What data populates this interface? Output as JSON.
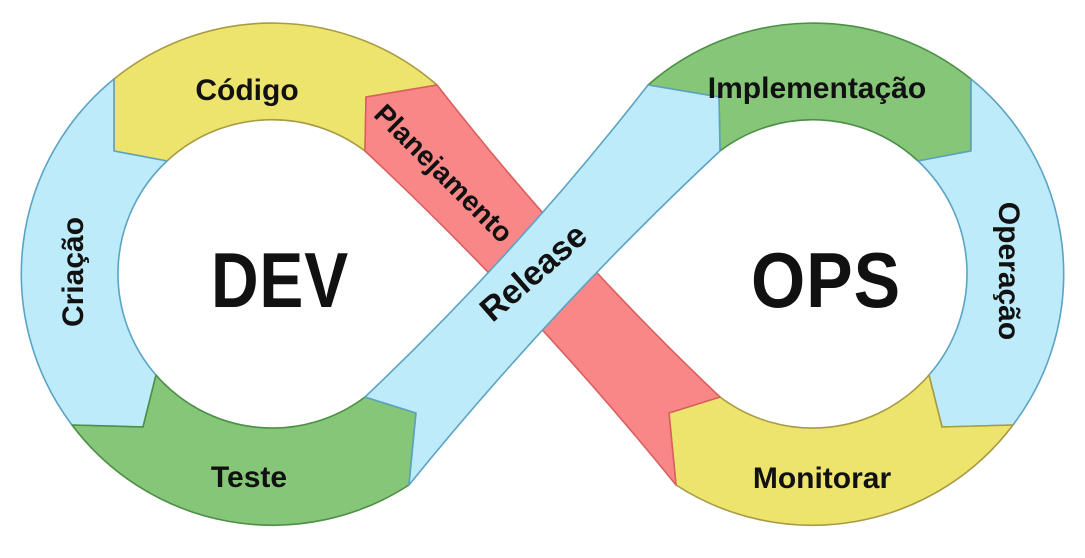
{
  "diagram": {
    "title": "DevOps infinity loop",
    "dev_label": "DEV",
    "ops_label": "OPS",
    "segments": {
      "criacao": "Criação",
      "codigo": "Código",
      "planejamento": "Planejamento",
      "teste": "Teste",
      "release": "Release",
      "implementacao": "Implementação",
      "operacao": "Operação",
      "monitorar": "Monitorar"
    },
    "colors": {
      "cyan": "#BEEBFA",
      "yellow": "#EDE46E",
      "green": "#86C678",
      "red": "#F98787",
      "text": "#111111",
      "background": "#FFFFFF"
    }
  }
}
